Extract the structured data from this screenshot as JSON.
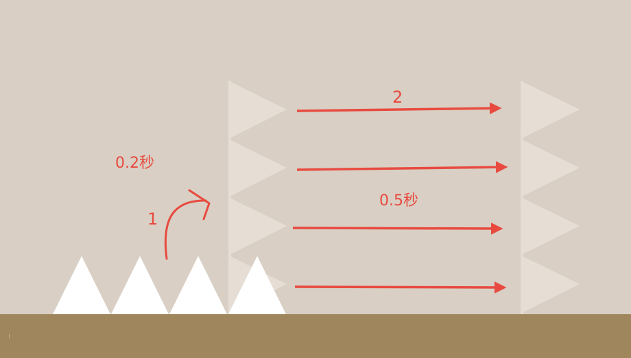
{
  "colors": {
    "background": "#d9cfc4",
    "ground": "#a0865c",
    "spike_solid": "#ffffff",
    "spike_ghost": "#e6ddd5",
    "annotation": "#e84a3f"
  },
  "annotations": {
    "step_one_label": "1",
    "step_two_label": "2",
    "rise_duration_label": "0.2秒",
    "slide_duration_label": "0.5秒"
  },
  "game": {
    "floor_spikes_count": 4,
    "wall_spikes_per_column": 4,
    "motion_arrows_count": 4
  }
}
